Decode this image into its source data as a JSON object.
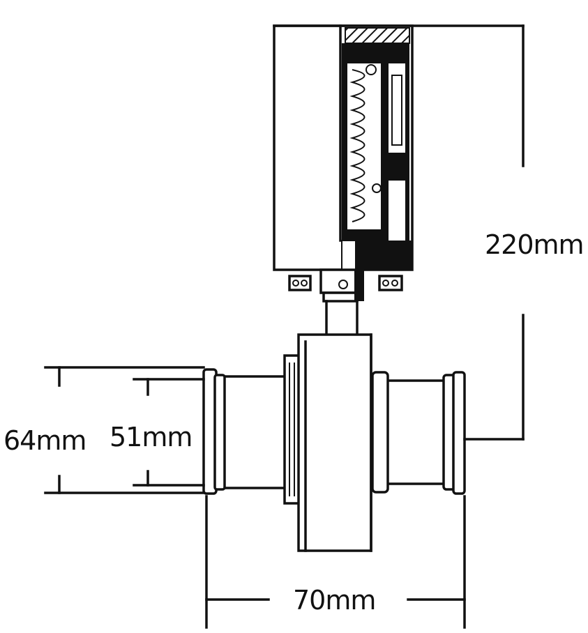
{
  "colors": {
    "line": "#111111",
    "background": "#ffffff"
  },
  "dimensions": {
    "height": "220mm",
    "outer_diameter": "64mm",
    "inner_diameter": "51mm",
    "length": "70mm"
  }
}
